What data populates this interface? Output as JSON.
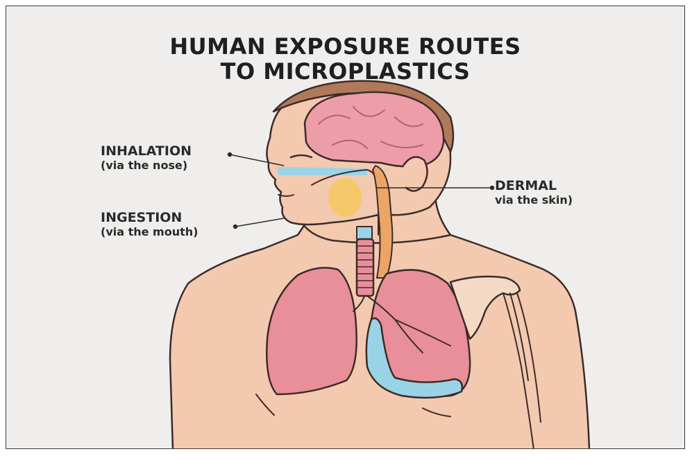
{
  "title": {
    "line1": "HUMAN EXPOSURE ROUTES",
    "line2": "TO MICROPLASTICS"
  },
  "routes": {
    "inhalation": {
      "name": "INHALATION",
      "detail": "(via the nose)"
    },
    "ingestion": {
      "name": "INGESTION",
      "detail": "(via the mouth)"
    },
    "dermal": {
      "name": "DERMAL",
      "detail": "via the skin)"
    }
  },
  "colors": {
    "background": "#efeeec",
    "skin": "#f3c9b0",
    "hair": "#b07a5a",
    "brain": "#ec9da8",
    "lung": "#e98f99",
    "airway": "#9bd3e6",
    "esophagus": "#eda566",
    "mucosa": "#f5c96a",
    "outline": "#3b2b28"
  }
}
